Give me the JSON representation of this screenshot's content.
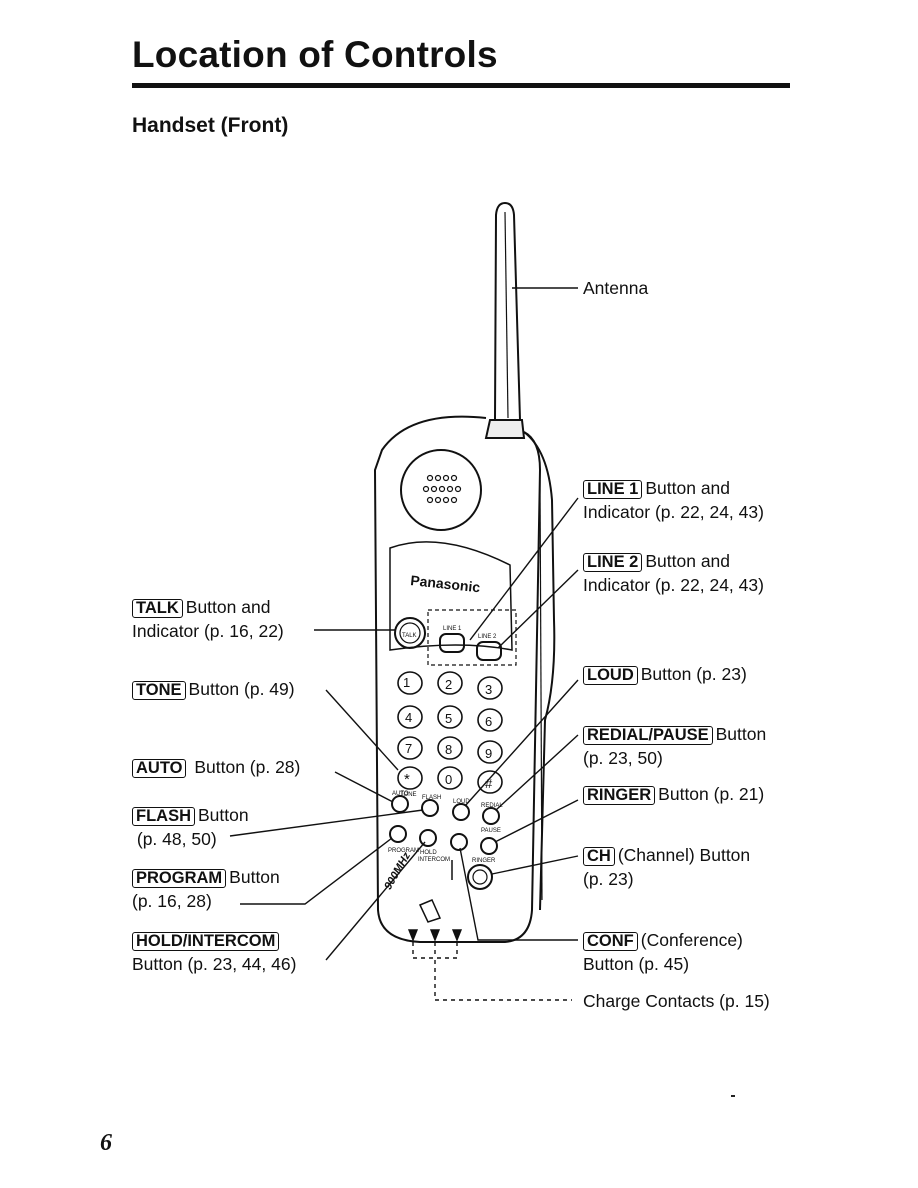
{
  "page": {
    "title": "Location of Controls",
    "subtitle": "Handset (Front)",
    "page_number": "6"
  },
  "labels": {
    "antenna": {
      "text": "Antenna"
    },
    "line1": {
      "key": "LINE 1",
      "text1": "Button and",
      "text2": "Indicator (p. 22, 24, 43)"
    },
    "line2": {
      "key": "LINE 2",
      "text1": "Button and",
      "text2": "Indicator (p. 22, 24, 43)"
    },
    "talk": {
      "key": "TALK",
      "text1": "Button and",
      "text2": "Indicator (p. 16, 22)"
    },
    "tone": {
      "key": "TONE",
      "text1": "Button (p. 49)"
    },
    "loud": {
      "key": "LOUD",
      "text1": "Button (p. 23)"
    },
    "redial": {
      "key": "REDIAL/PAUSE",
      "text1": "Button",
      "text2": "(p. 23, 50)"
    },
    "auto": {
      "key": "AUTO",
      "text1": "Button (p. 28)"
    },
    "ringer": {
      "key": "RINGER",
      "text1": "Button (p. 21)"
    },
    "flash": {
      "key": "FLASH",
      "text1": "Button",
      "text2": "(p. 48, 50)"
    },
    "ch": {
      "key": "CH",
      "text1": "(Channel) Button",
      "text2": "(p. 23)"
    },
    "program": {
      "key": "PROGRAM",
      "text1": "Button",
      "text2": "(p. 16, 28)"
    },
    "hold": {
      "key": "HOLD/INTERCOM",
      "text1": "Button (p. 23, 44, 46)"
    },
    "conf": {
      "key": "CONF",
      "text1": "(Conference)",
      "text2": "Button (p. 45)"
    },
    "charge": {
      "text": "Charge Contacts (p. 15)"
    }
  },
  "handset": {
    "brand": "Panasonic",
    "keypad": [
      "1",
      "2",
      "3",
      "4",
      "5",
      "6",
      "7",
      "8",
      "9",
      "*",
      "0",
      "#"
    ],
    "small_labels": [
      "TALK",
      "LINE 1",
      "LINE 2",
      "AUTO",
      "FLASH",
      "LOUD",
      "REDIAL",
      "PAUSE",
      "PROGRAM",
      "HOLD",
      "INTERCOM",
      "RINGER",
      "TONE"
    ],
    "model_mark": "900MHz"
  }
}
